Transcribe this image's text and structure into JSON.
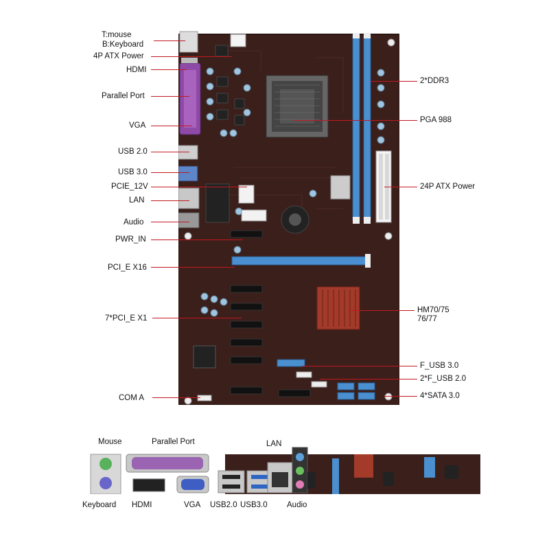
{
  "callouts_left": [
    {
      "id": "mouse",
      "text": "T:mouse"
    },
    {
      "id": "keyboard",
      "text": "B:Keyboard"
    },
    {
      "id": "atx4p",
      "text": "4P ATX Power"
    },
    {
      "id": "hdmi",
      "text": "HDMI"
    },
    {
      "id": "parallel",
      "text": "Parallel Port"
    },
    {
      "id": "vga",
      "text": "VGA"
    },
    {
      "id": "usb2",
      "text": "USB 2.0"
    },
    {
      "id": "usb3",
      "text": "USB 3.0"
    },
    {
      "id": "pcie12v",
      "text": "PCIE_12V"
    },
    {
      "id": "lan",
      "text": "LAN"
    },
    {
      "id": "audio",
      "text": "Audio"
    },
    {
      "id": "pwrin",
      "text": "PWR_IN"
    },
    {
      "id": "pcie16",
      "text": "PCI_E X16"
    },
    {
      "id": "pcie1",
      "text": "7*PCI_E X1"
    },
    {
      "id": "coma",
      "text": "COM A"
    }
  ],
  "callouts_right": [
    {
      "id": "ddr3",
      "text": "2*DDR3"
    },
    {
      "id": "pga",
      "text": "PGA 988"
    },
    {
      "id": "atx24",
      "text": "24P ATX Power"
    },
    {
      "id": "hm",
      "text": "HM70/75"
    },
    {
      "id": "hm2",
      "text": "76/77"
    },
    {
      "id": "fusb3",
      "text": "F_USB 3.0"
    },
    {
      "id": "fusb2",
      "text": "2*F_USB 2.0"
    },
    {
      "id": "sata",
      "text": "4*SATA 3.0"
    }
  ],
  "io_labels": {
    "mouse": "Mouse",
    "parallel": "Parallel Port",
    "lan": "LAN",
    "keyboard": "Keyboard",
    "hdmi": "HDMI",
    "vga": "VGA",
    "usb2": "USB2.0",
    "usb3": "USB3.0",
    "audio": "Audio"
  },
  "colors": {
    "pcb": "#3a1e1a",
    "slot_blue": "#4a8fd0",
    "callout_line": "#c2181f",
    "heatsink": "#a33a2a",
    "parallel_port": "#8e4aa6"
  }
}
